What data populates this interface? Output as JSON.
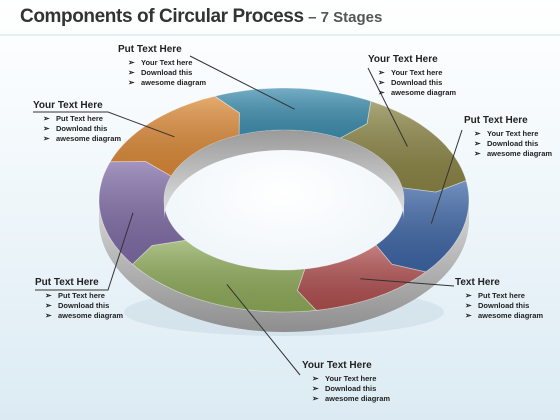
{
  "title": {
    "main": "Components of Circular Process",
    "sub": "– 7 Stages"
  },
  "stages": [
    {
      "color": "#3f8fb0",
      "heading": "Put Text Here",
      "bullets": [
        "Your Text here",
        "Download this",
        "awesome diagram"
      ]
    },
    {
      "color": "#8b8545",
      "heading": "Your Text Here",
      "bullets": [
        "Your Text here",
        "Download this",
        "awesome diagram"
      ]
    },
    {
      "color": "#3e66a6",
      "heading": "Put Text Here",
      "bullets": [
        "Your Text here",
        "Download this",
        "awesome diagram"
      ]
    },
    {
      "color": "#b04f4f",
      "heading": "Text Here",
      "bullets": [
        "Put Text here",
        "Download this",
        "awesome diagram"
      ]
    },
    {
      "color": "#8fab5a",
      "heading": "Your Text Here",
      "bullets": [
        "Your Text here",
        "Download this",
        "awesome diagram"
      ]
    },
    {
      "color": "#7f6ca6",
      "heading": "Put Text Here",
      "bullets": [
        "Put Text here",
        "Download this",
        "awesome diagram"
      ]
    },
    {
      "color": "#dc8a38",
      "heading": "Your Text Here",
      "bullets": [
        "Put Text here",
        "Download this",
        "awesome diagram"
      ]
    }
  ]
}
